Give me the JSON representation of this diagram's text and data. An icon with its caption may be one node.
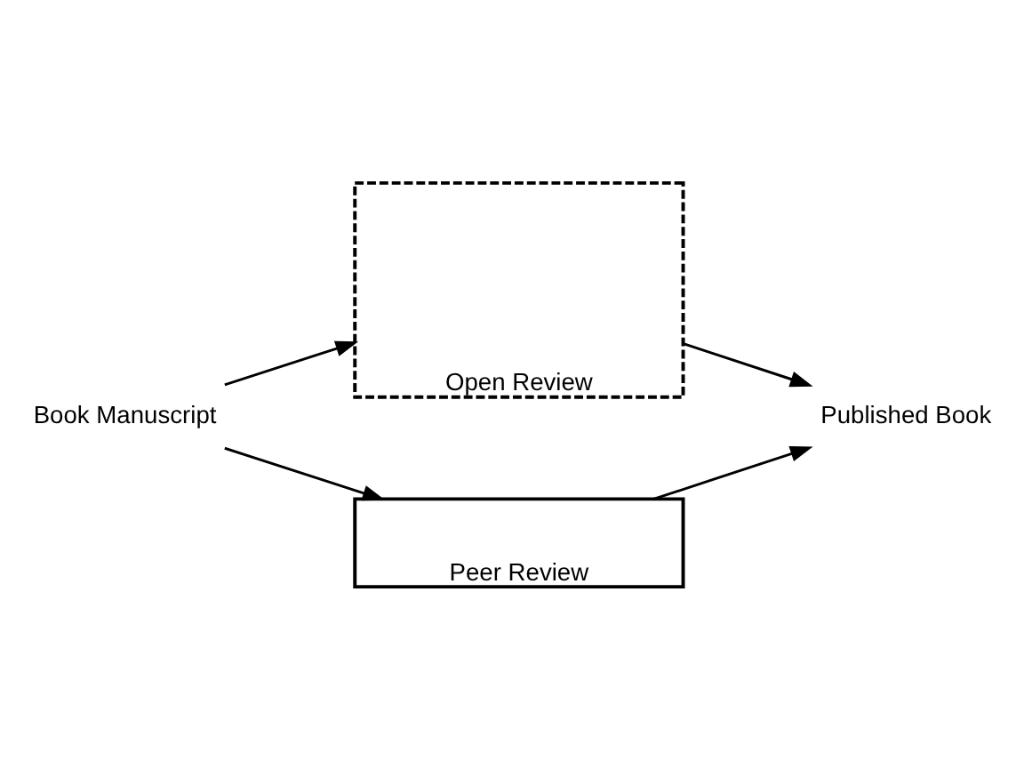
{
  "diagram": {
    "nodes": [
      {
        "text": [
          "Book Manuscript"
        ]
      },
      {
        "text": [
          "Open Review"
        ]
      },
      {
        "text": [
          "Peer Review"
        ]
      },
      {
        "text": [
          "Published Book"
        ]
      }
    ],
    "edges": [
      {
        "from": 0,
        "to": 1,
        "arrow": "to"
      },
      {
        "from": 0,
        "to": 2,
        "arrow": "to"
      },
      {
        "from": 1,
        "to": 3,
        "arrow": "to"
      },
      {
        "from": 2,
        "to": 3,
        "arrow": "to"
      }
    ]
  }
}
